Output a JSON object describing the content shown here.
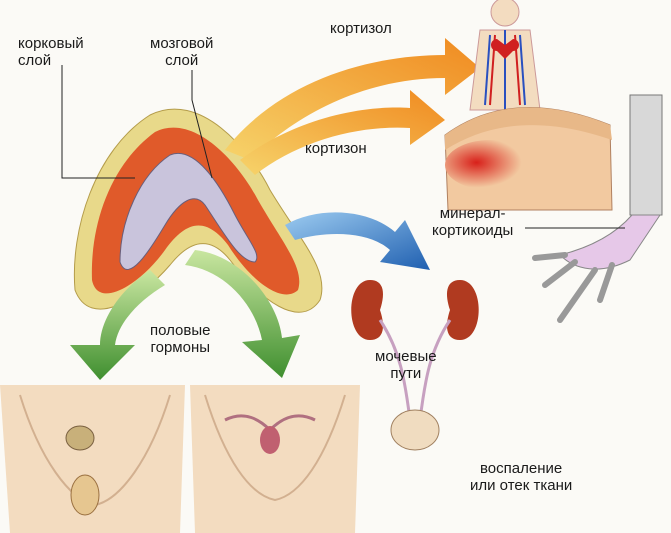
{
  "labels": {
    "cortex": [
      "корковый",
      "слой"
    ],
    "medulla": [
      "мозговой",
      "слой"
    ],
    "cortisol": "кортизол",
    "cortisone": "кортизон",
    "mineralocorticoids": [
      "минерал-",
      "кортикоиды"
    ],
    "sex_hormones": [
      "половые",
      "гормоны"
    ],
    "urinary_tract": [
      "мочевые",
      "пути"
    ],
    "inflammation": [
      "воспаление",
      "или отек ткани"
    ]
  },
  "colors": {
    "cortex_outer": "#e8d98a",
    "cortex_inner": "#e05a2a",
    "medulla": "#c9c4dc",
    "arrow_orange": "#f0a030",
    "arrow_blue": "#2a6fc0",
    "arrow_green": "#4a9a3a",
    "skin": "#f3dcc0",
    "kidney": "#b03a20"
  }
}
